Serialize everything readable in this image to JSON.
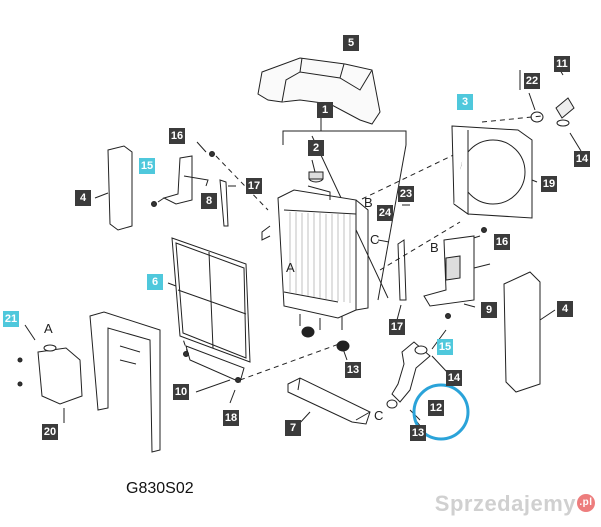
{
  "diagram": {
    "code": "G830S02",
    "watermark": "Sprzedajemy",
    "watermark_badge": ".pl",
    "colors": {
      "callout_bg": "#3b3b3b",
      "callout_highlight_bg": "#4fc8dc",
      "highlight_circle": "#2aa3d9",
      "line": "#222222"
    },
    "callouts": [
      {
        "id": "c5",
        "label": "5",
        "highlight": false
      },
      {
        "id": "c1",
        "label": "1",
        "highlight": false
      },
      {
        "id": "c2",
        "label": "2",
        "highlight": false
      },
      {
        "id": "c3",
        "label": "3",
        "highlight": true
      },
      {
        "id": "c11",
        "label": "11",
        "highlight": false
      },
      {
        "id": "c22",
        "label": "22",
        "highlight": false
      },
      {
        "id": "c14a",
        "label": "14",
        "highlight": false
      },
      {
        "id": "c16a",
        "label": "16",
        "highlight": false
      },
      {
        "id": "c15a",
        "label": "15",
        "highlight": true
      },
      {
        "id": "c4a",
        "label": "4",
        "highlight": false
      },
      {
        "id": "c8",
        "label": "8",
        "highlight": false
      },
      {
        "id": "c17a",
        "label": "17",
        "highlight": false
      },
      {
        "id": "c23",
        "label": "23",
        "highlight": false
      },
      {
        "id": "c24",
        "label": "24",
        "highlight": false
      },
      {
        "id": "c19",
        "label": "19",
        "highlight": false
      },
      {
        "id": "c16b",
        "label": "16",
        "highlight": false
      },
      {
        "id": "c6",
        "label": "6",
        "highlight": true
      },
      {
        "id": "c9",
        "label": "9",
        "highlight": false
      },
      {
        "id": "c4b",
        "label": "4",
        "highlight": false
      },
      {
        "id": "c21",
        "label": "21",
        "highlight": true
      },
      {
        "id": "c17b",
        "label": "17",
        "highlight": false
      },
      {
        "id": "c15b",
        "label": "15",
        "highlight": true
      },
      {
        "id": "c13a",
        "label": "13",
        "highlight": false
      },
      {
        "id": "c14b",
        "label": "14",
        "highlight": false
      },
      {
        "id": "c10",
        "label": "10",
        "highlight": false
      },
      {
        "id": "c12",
        "label": "12",
        "highlight": false
      },
      {
        "id": "c7",
        "label": "7",
        "highlight": false
      },
      {
        "id": "c18",
        "label": "18",
        "highlight": false
      },
      {
        "id": "c20",
        "label": "20",
        "highlight": false
      },
      {
        "id": "c13b",
        "label": "13",
        "highlight": false
      }
    ],
    "letters": [
      {
        "id": "lA1",
        "text": "A"
      },
      {
        "id": "lB1",
        "text": "B"
      },
      {
        "id": "lC1",
        "text": "C"
      },
      {
        "id": "lB2",
        "text": "B"
      },
      {
        "id": "lA2",
        "text": "A"
      },
      {
        "id": "lC2",
        "text": "C"
      }
    ]
  }
}
